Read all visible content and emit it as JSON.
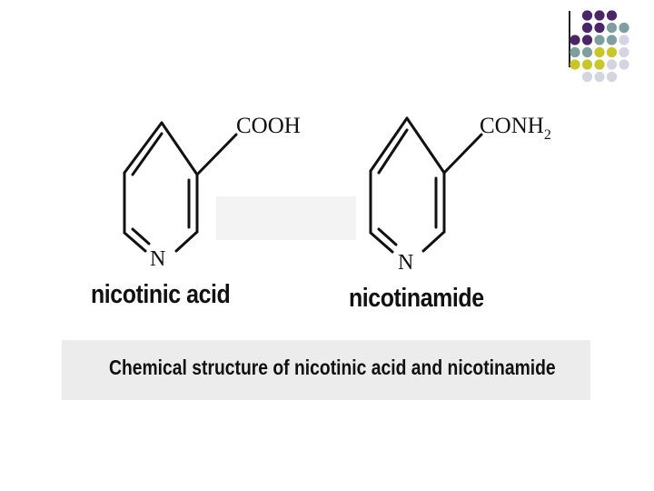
{
  "molecules": [
    {
      "name": "nicotinic acid",
      "substituent": "COOH",
      "ring_atom": "N"
    },
    {
      "name": "nicotinamide",
      "substituent_main": "CONH",
      "substituent_sub": "2",
      "ring_atom": "N"
    }
  ],
  "caption": "Chemical structure of nicotinic acid and nicotinamide",
  "colors": {
    "dot_purple": "#4a2668",
    "dot_teal": "#7f9ea0",
    "dot_yellow": "#c9c62a",
    "dot_lavender": "#d4d4e2",
    "caption_band": "#ececec"
  }
}
